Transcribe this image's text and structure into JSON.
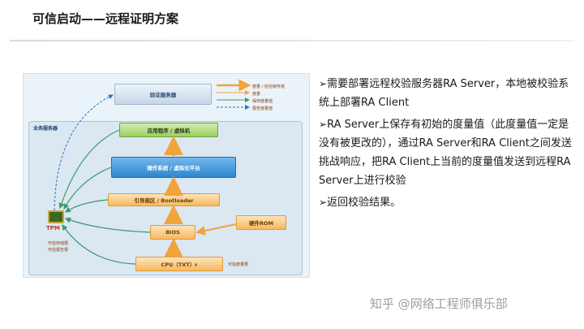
{
  "title": "可信启动——远程证明方案",
  "diagram": {
    "verify_server": "验证服务器",
    "business_server": "业务服务器",
    "app": "应用程序 / 虚拟机",
    "os": "操作系统 / 虚拟化平台",
    "bootloader": "引导扇区 / Bootloader",
    "bios": "BIOS",
    "rom": "硬件ROM",
    "cpu": "CPU（TXT）r",
    "tpm": "TPM",
    "legend": [
      "度量 / 信任链传递",
      "度量",
      "保存度量值",
      "报告度量值"
    ],
    "tpm_notes": [
      "可信存储根",
      "可信报告根"
    ],
    "cpu_note": "可信度量根"
  },
  "bullets": [
    "需要部署远程校验服务器RA Server，本地被校验系统上部署RA Client",
    "RA Server上保存有初始的度量值（此度量值一定是没有被更改的），通过RA Server和RA Client之间发送挑战响应，把RA Client上当前的度量值发送到远程RA Server上进行校验",
    "返回校验结果。"
  ],
  "bullet_marker": "➢",
  "watermark": "知乎 @网络工程师俱乐部"
}
